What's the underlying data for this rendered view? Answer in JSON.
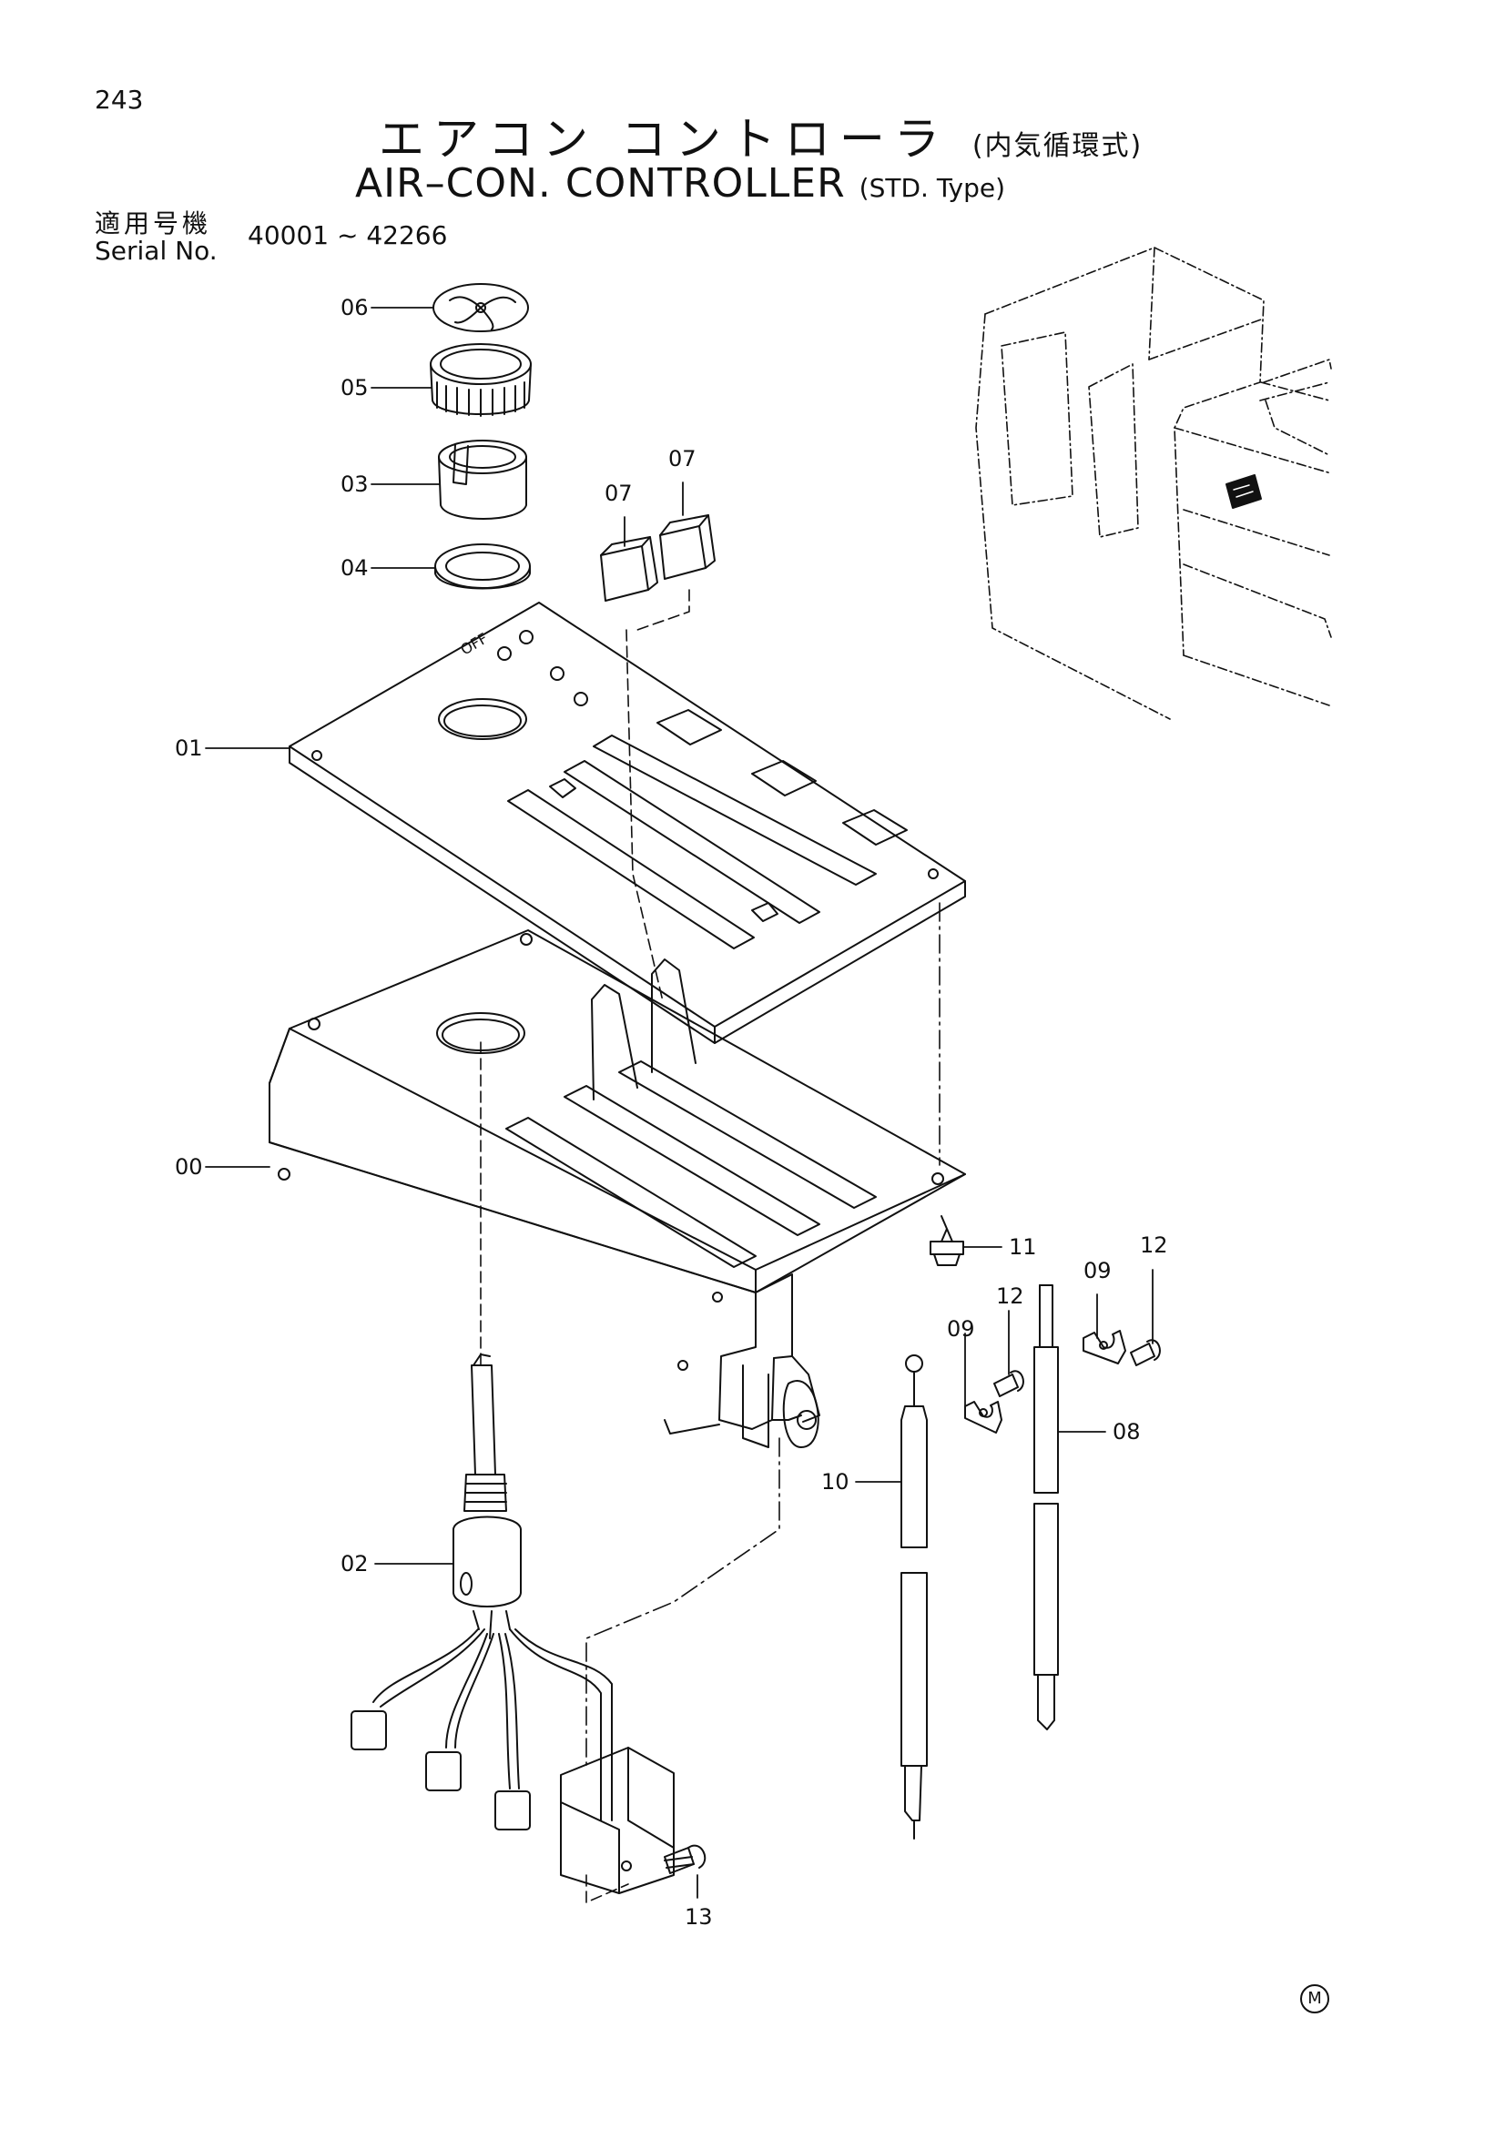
{
  "page": {
    "number": "243",
    "title_jp": "エアコン コントローラ",
    "title_jp_sub": "(内気循環式)",
    "title_en": "AIR–CON. CONTROLLER",
    "title_en_sub": "(STD. Type)",
    "serial_label_jp": "適用号機",
    "serial_label_en": "Serial No.",
    "serial_range": "40001 ~ 42266",
    "maker_mark": "M"
  },
  "parts": [
    {
      "id": "06",
      "label": "06"
    },
    {
      "id": "05",
      "label": "05"
    },
    {
      "id": "03",
      "label": "03"
    },
    {
      "id": "04",
      "label": "04"
    },
    {
      "id": "07a",
      "label": "07"
    },
    {
      "id": "07b",
      "label": "07"
    },
    {
      "id": "01",
      "label": "01"
    },
    {
      "id": "00",
      "label": "00"
    },
    {
      "id": "11",
      "label": "11"
    },
    {
      "id": "12a",
      "label": "12"
    },
    {
      "id": "12b",
      "label": "12"
    },
    {
      "id": "09a",
      "label": "09"
    },
    {
      "id": "09b",
      "label": "09"
    },
    {
      "id": "08",
      "label": "08"
    },
    {
      "id": "10",
      "label": "10"
    },
    {
      "id": "02",
      "label": "02"
    },
    {
      "id": "13",
      "label": "13"
    }
  ],
  "panel_marking": "OFF",
  "colors": {
    "ink": "#111111",
    "background": "#ffffff"
  }
}
